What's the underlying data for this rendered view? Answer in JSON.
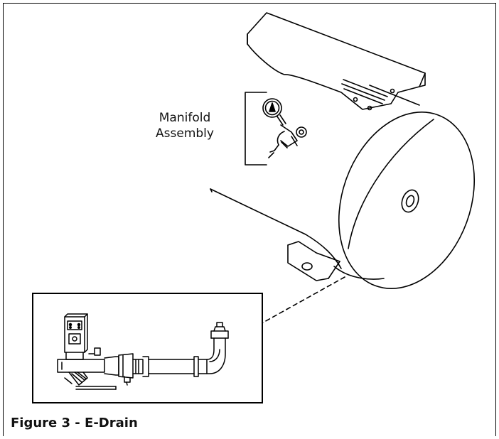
{
  "labels": {
    "manifold_line1": "Manifold",
    "manifold_line2": "Assembly"
  },
  "caption": "Figure 3 - E-Drain",
  "components": {
    "tank": "air-receiver-tank-icon",
    "manifold": "manifold-assembly-icon",
    "edrain": "electronic-drain-valve-icon"
  },
  "colors": {
    "line": "#000000",
    "background": "#ffffff"
  }
}
